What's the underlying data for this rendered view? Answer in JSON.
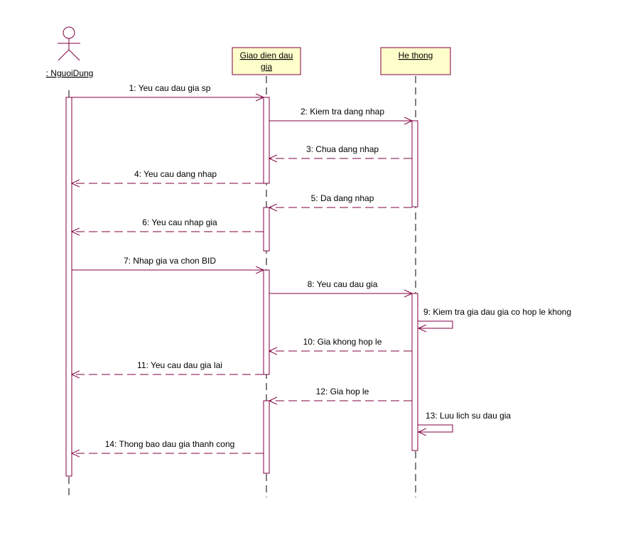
{
  "colors": {
    "line": "#800040",
    "box_fill": "#ffffcc",
    "activation_fill": "#ffffff",
    "text": "#000000"
  },
  "participants": {
    "actor": {
      "name": ": NguoiDung",
      "icon": "actor-stick-figure-icon"
    },
    "ui": {
      "name_line1": "Giao dien dau",
      "name_line2": "gia"
    },
    "system": {
      "name": "He thong"
    }
  },
  "messages": [
    {
      "label": "1: Yeu cau dau gia sp",
      "from": "actor",
      "to": "ui",
      "kind": "call"
    },
    {
      "label": "2: Kiem tra dang nhap",
      "from": "ui",
      "to": "system",
      "kind": "call"
    },
    {
      "label": "3: Chua dang nhap",
      "from": "system",
      "to": "ui",
      "kind": "return"
    },
    {
      "label": "4: Yeu cau dang nhap",
      "from": "ui",
      "to": "actor",
      "kind": "return"
    },
    {
      "label": "5: Da dang nhap",
      "from": "system",
      "to": "ui",
      "kind": "return"
    },
    {
      "label": "6: Yeu cau nhap gia",
      "from": "ui",
      "to": "actor",
      "kind": "return"
    },
    {
      "label": "7: Nhap gia va chon BID",
      "from": "actor",
      "to": "ui",
      "kind": "call"
    },
    {
      "label": "8: Yeu cau dau gia",
      "from": "ui",
      "to": "system",
      "kind": "call"
    },
    {
      "label": "9: Kiem tra gia dau gia co hop le khong",
      "from": "system",
      "to": "system",
      "kind": "self"
    },
    {
      "label": "10: Gia khong hop le",
      "from": "system",
      "to": "ui",
      "kind": "return"
    },
    {
      "label": "11: Yeu cau dau gia lai",
      "from": "ui",
      "to": "actor",
      "kind": "return"
    },
    {
      "label": "12: Gia hop le",
      "from": "system",
      "to": "ui",
      "kind": "return"
    },
    {
      "label": "13: Luu lich su dau gia",
      "from": "system",
      "to": "system",
      "kind": "self"
    },
    {
      "label": "14: Thong bao dau gia thanh cong",
      "from": "ui",
      "to": "actor",
      "kind": "return"
    }
  ]
}
